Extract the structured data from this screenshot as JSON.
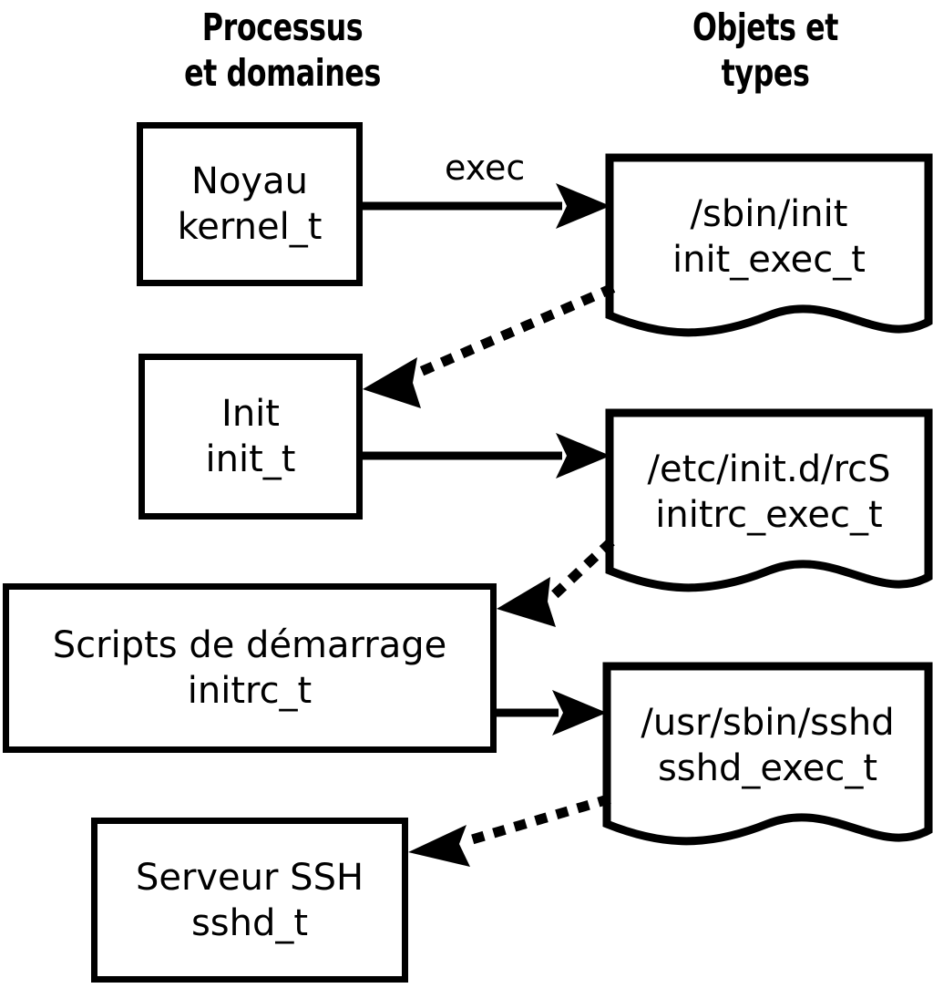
{
  "headers": {
    "left": "Processus\net domaines",
    "right": "Objets et\ntypes"
  },
  "colors": {
    "stroke": "#000000",
    "fill": "#ffffff",
    "background": "#ffffff"
  },
  "process_boxes": [
    {
      "id": "kernel",
      "title": "Noyau",
      "type": "kernel_t"
    },
    {
      "id": "init",
      "title": "Init",
      "type": "init_t"
    },
    {
      "id": "initrc",
      "title": "Scripts de démarrage",
      "type": "initrc_t"
    },
    {
      "id": "sshd",
      "title": "Serveur SSH",
      "type": "sshd_t"
    }
  ],
  "object_docs": [
    {
      "id": "init-exec",
      "path": "/sbin/init",
      "type": "init_exec_t"
    },
    {
      "id": "initrc-exec",
      "path": "/etc/init.d/rcS",
      "type": "initrc_exec_t"
    },
    {
      "id": "sshd-exec",
      "path": "/usr/sbin/sshd",
      "type": "sshd_exec_t"
    }
  ],
  "edges": [
    {
      "id": "kernel-exec-init",
      "from": "kernel",
      "to": "init-exec",
      "style": "solid",
      "label": "exec"
    },
    {
      "id": "init-exec-to-init",
      "from": "init-exec",
      "to": "init",
      "style": "dotted",
      "label": ""
    },
    {
      "id": "init-exec-initrc",
      "from": "init",
      "to": "initrc-exec",
      "style": "solid",
      "label": ""
    },
    {
      "id": "initrc-exec-to-initrc",
      "from": "initrc-exec",
      "to": "initrc",
      "style": "dotted",
      "label": ""
    },
    {
      "id": "initrc-exec-sshd",
      "from": "initrc",
      "to": "sshd-exec",
      "style": "solid",
      "label": ""
    },
    {
      "id": "sshd-exec-to-sshd",
      "from": "sshd-exec",
      "to": "sshd",
      "style": "dotted",
      "label": ""
    }
  ]
}
